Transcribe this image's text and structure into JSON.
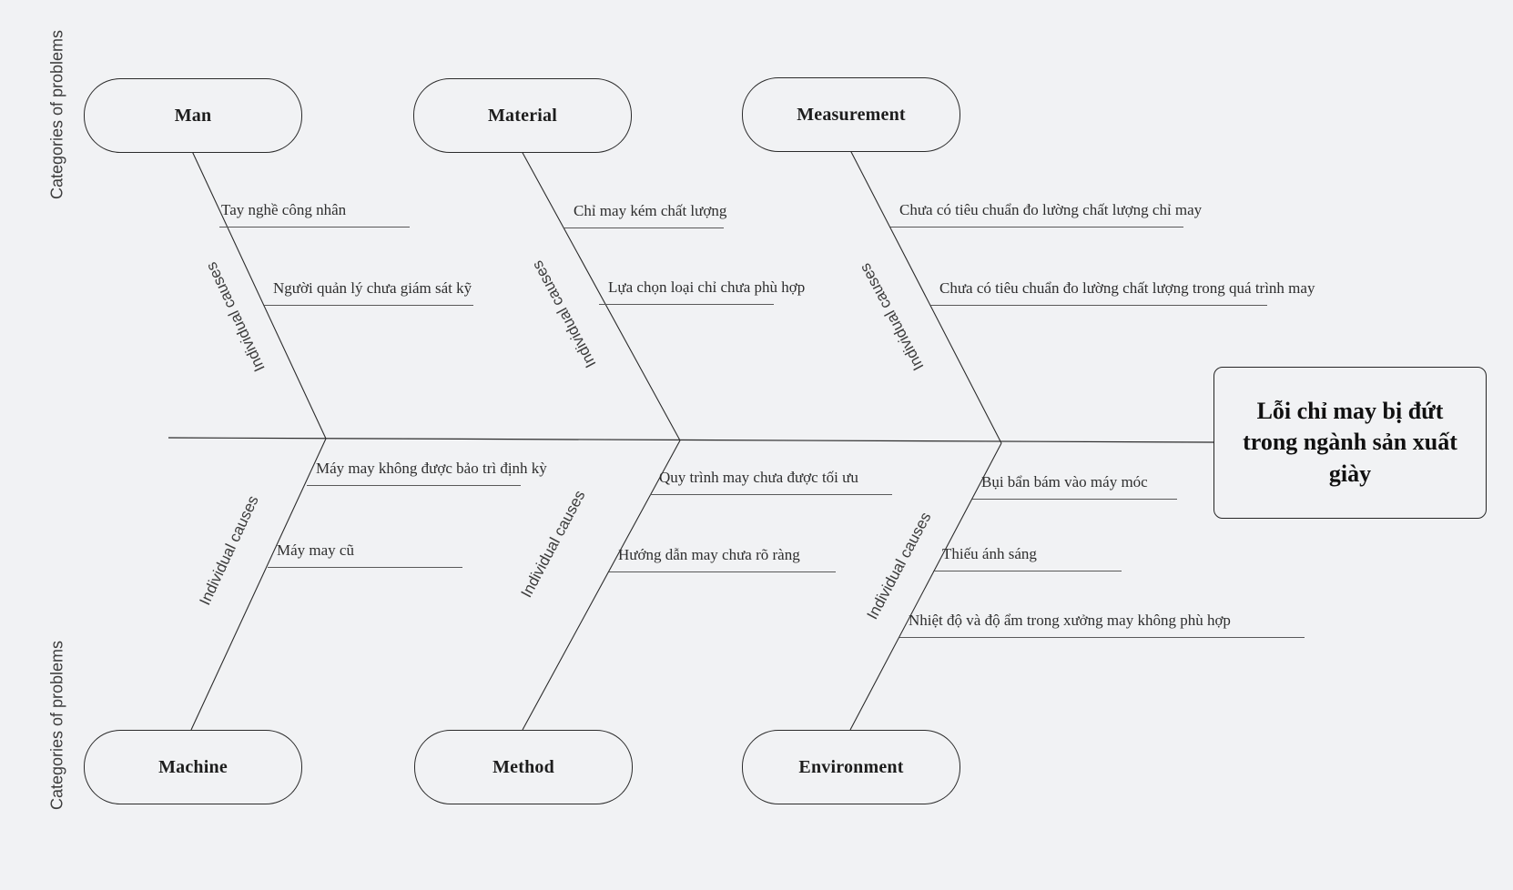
{
  "diagram": {
    "type": "fishbone",
    "problem_statement": "Lỗi chỉ may bị đứt trong ngành sản xuất giày",
    "side_labels": {
      "top": "Categories of problems",
      "bottom": "Categories of problems"
    },
    "branch_label": "Individual causes",
    "colors": {
      "background": "#f1f2f4",
      "line": "#2b2b2b",
      "underline": "#595959",
      "text": "#2e2e2e"
    },
    "categories": [
      {
        "name": "Man",
        "position": "top",
        "causes": [
          "Tay nghề công nhân",
          "Người quản lý chưa giám sát kỹ"
        ]
      },
      {
        "name": "Material",
        "position": "top",
        "causes": [
          "Chỉ may kém chất lượng",
          "Lựa chọn loại chỉ chưa phù hợp"
        ]
      },
      {
        "name": "Measurement",
        "position": "top",
        "causes": [
          "Chưa có tiêu chuẩn đo lường chất lượng chỉ may",
          "Chưa có tiêu chuẩn đo lường chất lượng trong quá trình may"
        ]
      },
      {
        "name": "Machine",
        "position": "bottom",
        "causes": [
          "Máy may không được bảo trì định kỳ",
          "Máy may cũ"
        ]
      },
      {
        "name": "Method",
        "position": "bottom",
        "causes": [
          "Quy trình may chưa được tối ưu",
          "Hướng dẫn may chưa rõ ràng"
        ]
      },
      {
        "name": "Environment",
        "position": "bottom",
        "causes": [
          "Bụi bẩn bám vào máy móc",
          "Thiếu ánh sáng",
          "Nhiệt độ và độ ẩm trong xưởng may không phù hợp"
        ]
      }
    ]
  }
}
